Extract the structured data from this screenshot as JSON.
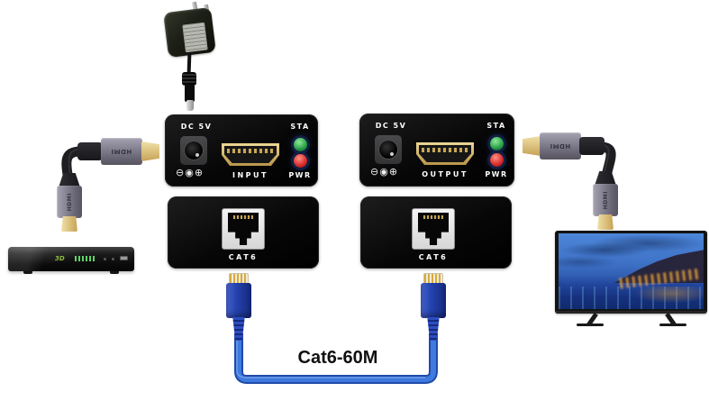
{
  "transmitter": {
    "dc_label": "DC 5V",
    "polarity_symbol": "⊖◉⊕",
    "port_label": "INPUT",
    "sta_label": "STA",
    "pwr_label": "PWR",
    "cat_label": "CAT6"
  },
  "receiver": {
    "dc_label": "DC 5V",
    "polarity_symbol": "⊖◉⊕",
    "port_label": "OUTPUT",
    "sta_label": "STA",
    "pwr_label": "PWR",
    "cat_label": "CAT6"
  },
  "cables": {
    "hdmi_text": "HDMI",
    "cat6_label": "Cat6-60M"
  },
  "source_player": {
    "badge_3d": "3D"
  },
  "colors": {
    "led_green": "#27a344",
    "led_red": "#d42a2a",
    "cat6_cable": "#2e6fd3",
    "cat6_connector": "#2443ae",
    "hdmi_gold": "#d8bd77",
    "panel_black": "#0a0a0a"
  }
}
